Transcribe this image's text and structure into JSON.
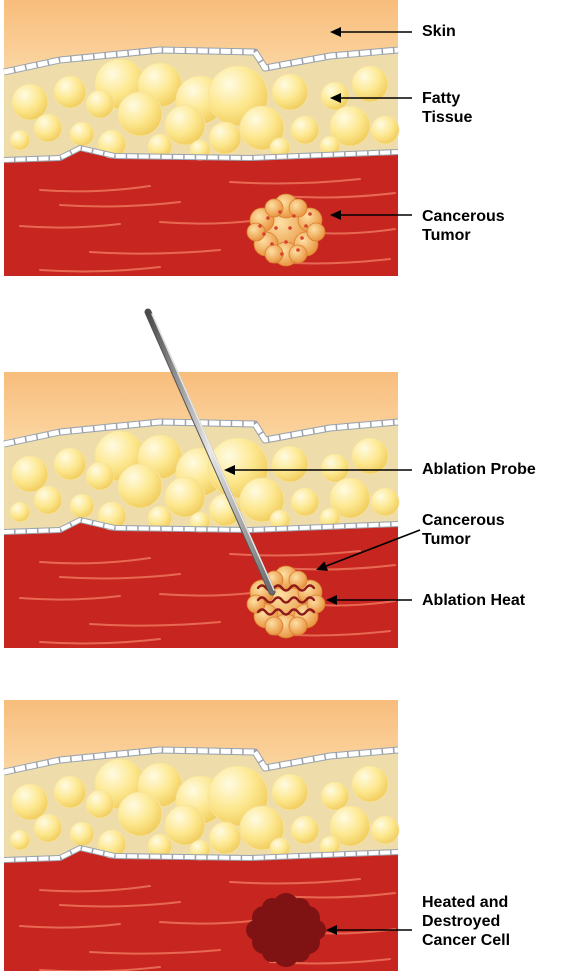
{
  "panels": [
    {
      "labels": [
        {
          "lines": [
            "Skin"
          ]
        },
        {
          "lines": [
            "Fatty",
            "Tissue"
          ]
        },
        {
          "lines": [
            "Cancerous",
            "Tumor"
          ]
        }
      ]
    },
    {
      "labels": [
        {
          "lines": [
            "Ablation Probe"
          ]
        },
        {
          "lines": [
            "Cancerous",
            "Tumor"
          ]
        },
        {
          "lines": [
            "Ablation Heat"
          ]
        }
      ]
    },
    {
      "labels": [
        {
          "lines": [
            "Heated and",
            "Destroyed",
            "Cancer Cell"
          ]
        }
      ]
    }
  ],
  "colors": {
    "skin": "#f9c486",
    "fat_background": "#eedcaa",
    "fat_globule": "#fbe27d",
    "muscle": "#c7251f",
    "muscle_fiber": "#ef7b60",
    "tumor": "#f2a54c",
    "tumor_dot": "#d8402f",
    "heat_wave": "#8e1a1a",
    "destroyed_cell": "#7f1212",
    "probe": "#9a9a9a",
    "arrow": "#000000"
  },
  "icons": [
    "skin-layer",
    "fat-layer",
    "muscle-layer",
    "tumor",
    "ablation-probe",
    "heat-waves",
    "destroyed-cell",
    "arrow"
  ]
}
